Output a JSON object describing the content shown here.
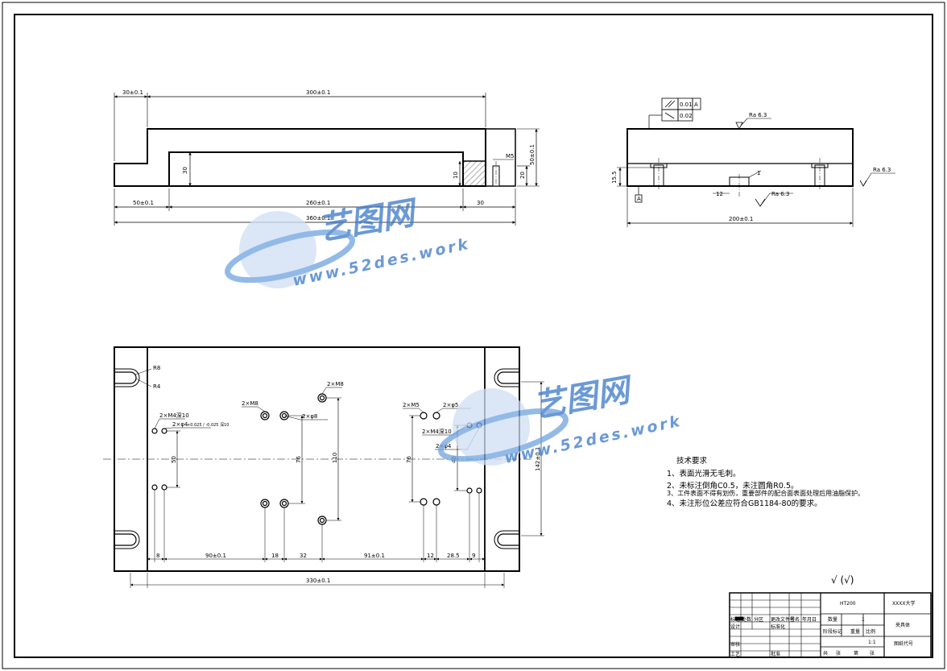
{
  "dimensions": {
    "front": {
      "d30": "30±0.1",
      "d300": "300±0.1",
      "d50_left": "50±0.1",
      "d260": "260±0.1",
      "d30_right": "30",
      "d360": "360±0.1",
      "d30_v": "30",
      "d10": "10",
      "d20": "20",
      "d50_v": "50±0.1",
      "m5": "M5"
    },
    "side": {
      "tol_flat": "0.01",
      "tol_perp": "0.02",
      "datum": "A",
      "ra_top": "Ra 6.3",
      "ra_right": "Ra 6.3",
      "ra_bottom": "Ra 6.3",
      "d15_5": "15.5",
      "d200": "200±0.1",
      "d12": "12",
      "d1": "1"
    },
    "plan": {
      "r8": "R8",
      "r4": "R4",
      "m4": "2×M4深10",
      "phi4": "2×φ4",
      "phi4_tol": "+0.025 / -0.025 深10",
      "m8a": "2×M8",
      "phi8": "2×φ8",
      "m8b": "2×M8",
      "m5": "2×M5",
      "phi5": "2×φ5",
      "m4b": "2×M4深10",
      "phi4b": "2×φ4",
      "d50": "50",
      "d76a": "76",
      "d110": "110",
      "d76b": "76",
      "d40": "40",
      "d142": "142±0.1",
      "b8": "8",
      "b90": "90±0.1",
      "b18": "18",
      "b32": "32",
      "b91": "91±0.1",
      "b12": "12",
      "b28": "28.5",
      "b9": "9",
      "b330": "330±0.1"
    }
  },
  "tech_requirements": {
    "title": "技术要求",
    "items": [
      "1、表面光滑无毛刺。",
      "2、未标注倒角C0.5，未注圆角R0.5。",
      "3、工件表面不得有划伤，重要部件的配合面表面处理后用油脂保护。",
      "4、未注形位公差应符合GB1184-80的要求。"
    ]
  },
  "roughness_note": "√ (√)",
  "title_block": {
    "material": "HT200",
    "school": "XXXX大学",
    "part_name": "夹具体",
    "quantity_label": "数量",
    "quantity": "1",
    "scale_label": "比例",
    "scale": "1:1",
    "weight_label": "重量",
    "stage_label": "阶段标记",
    "drawing_no_label": "图纸代号",
    "rows": [
      "标记",
      "处数",
      "分区",
      "更改文件号",
      "签名",
      "年月日"
    ],
    "design": "设计",
    "standard": "标准化",
    "review": "审核",
    "process": "工艺",
    "approve": "批准",
    "sheets": [
      "共",
      "张",
      "第",
      "张"
    ]
  },
  "watermark": {
    "brand": "艺图网",
    "url": "www.52des.work"
  }
}
